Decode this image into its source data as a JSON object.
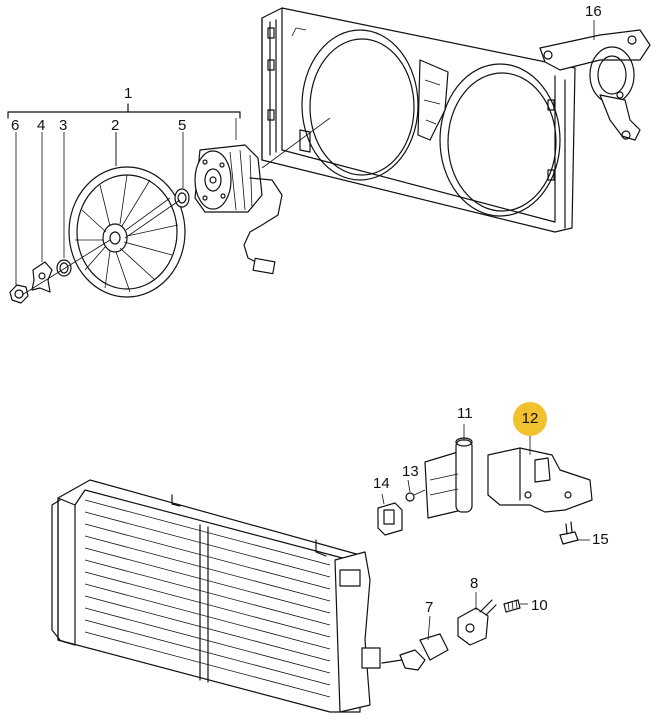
{
  "parts": [
    {
      "id": "p1",
      "label": "1"
    },
    {
      "id": "p2",
      "label": "2"
    },
    {
      "id": "p3",
      "label": "3"
    },
    {
      "id": "p4",
      "label": "4"
    },
    {
      "id": "p5",
      "label": "5"
    },
    {
      "id": "p6",
      "label": "6"
    },
    {
      "id": "p7",
      "label": "7"
    },
    {
      "id": "p8",
      "label": "8"
    },
    {
      "id": "p10",
      "label": "10"
    },
    {
      "id": "p11",
      "label": "11"
    },
    {
      "id": "p12",
      "label": "12"
    },
    {
      "id": "p13",
      "label": "13"
    },
    {
      "id": "p14",
      "label": "14"
    },
    {
      "id": "p15",
      "label": "15"
    },
    {
      "id": "p16",
      "label": "16"
    }
  ],
  "highlight_color": "#f2c12e"
}
